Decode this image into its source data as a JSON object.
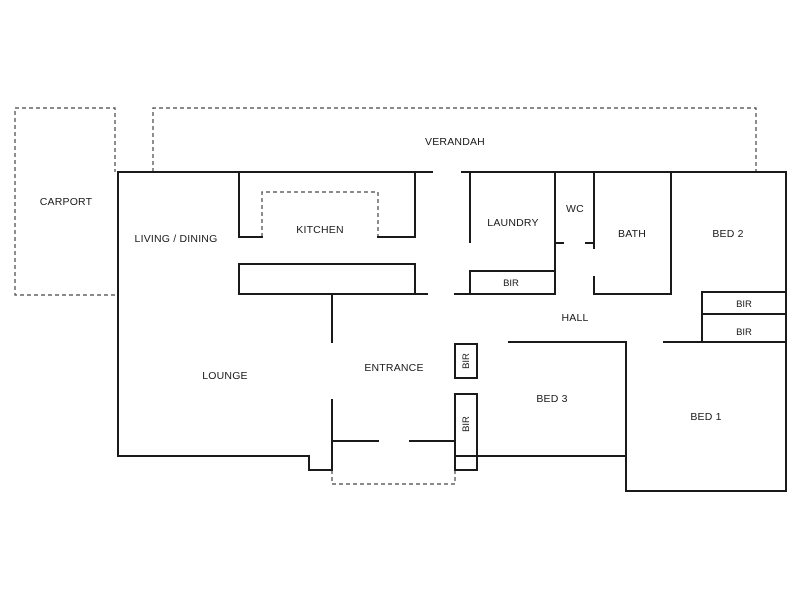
{
  "floorplan": {
    "rooms": {
      "verandah": "VERANDAH",
      "carport": "CARPORT",
      "living_dining": "LIVING / DINING",
      "kitchen": "KITCHEN",
      "laundry": "LAUNDRY",
      "wc": "WC",
      "bath": "BATH",
      "bed2": "BED 2",
      "hall": "HALL",
      "lounge": "LOUNGE",
      "entrance": "ENTRANCE",
      "bed3": "BED 3",
      "bed1": "BED 1",
      "bir_laundry": "BIR",
      "bir_bed2_upper": "BIR",
      "bir_bed2_lower": "BIR",
      "bir_bed3_upper": "BIR",
      "bir_bed3_lower": "BIR"
    }
  }
}
